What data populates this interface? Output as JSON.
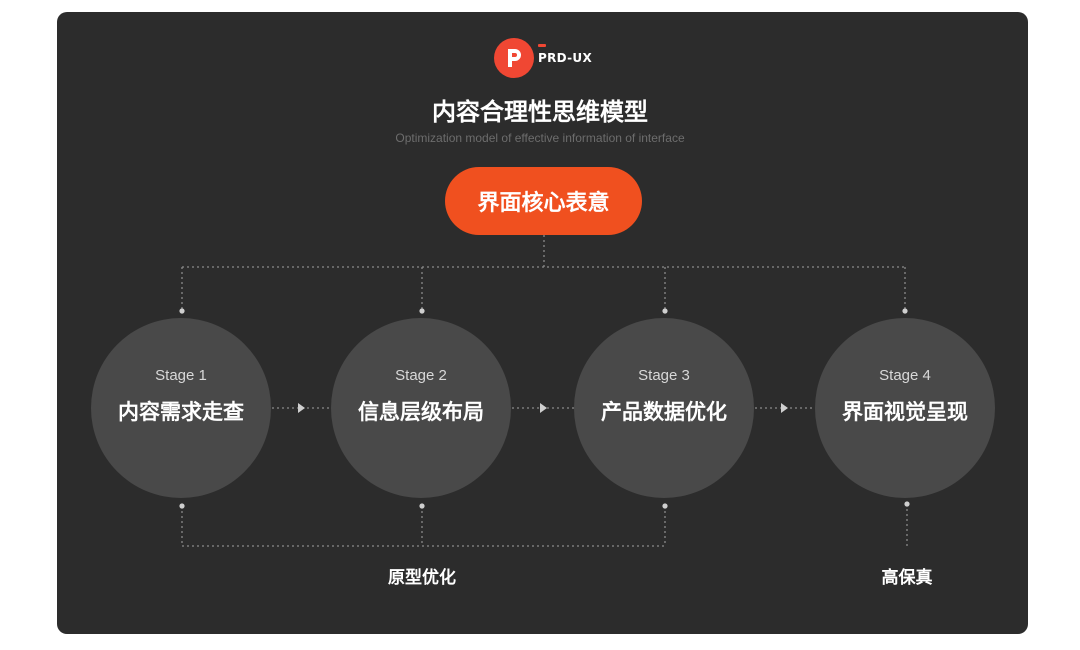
{
  "logo": {
    "brand": "PRD-UX",
    "mark": "P"
  },
  "header": {
    "title": "内容合理性思维模型",
    "subtitle": "Optimization model of effective information of interface"
  },
  "core": {
    "label": "界面核心表意"
  },
  "stages": [
    {
      "number": "Stage 1",
      "name": "内容需求走查"
    },
    {
      "number": "Stage 2",
      "name": "信息层级布局"
    },
    {
      "number": "Stage 3",
      "name": "产品数据优化"
    },
    {
      "number": "Stage 4",
      "name": "界面视觉呈现"
    }
  ],
  "outcomes": {
    "prototype": "原型优化",
    "hifi": "高保真"
  },
  "colors": {
    "background": "#2c2c2c",
    "accent": "#f0501f",
    "stage_circle": "#494949",
    "connector": "#8a8a8a"
  }
}
